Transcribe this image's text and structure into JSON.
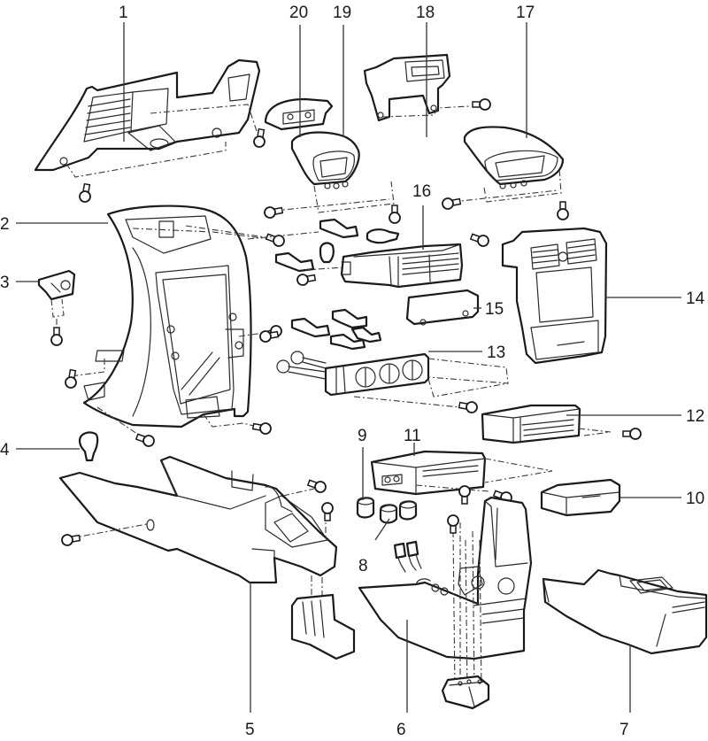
{
  "diagram": {
    "title": "Center console and instrument panel trim — exploded view",
    "line_color": "#1a1a1a",
    "background": "#ffffff",
    "callouts": [
      {
        "id": "1",
        "label": "1",
        "part": "left instrument panel lower trim"
      },
      {
        "id": "2",
        "label": "2",
        "part": "center instrument panel housing"
      },
      {
        "id": "3",
        "label": "3",
        "part": "side bracket clip"
      },
      {
        "id": "4",
        "label": "4",
        "part": "shift knob"
      },
      {
        "id": "5",
        "label": "5",
        "part": "front floor console"
      },
      {
        "id": "6",
        "label": "6",
        "part": "center console with armrest"
      },
      {
        "id": "7",
        "label": "7",
        "part": "rear console box"
      },
      {
        "id": "8",
        "label": "8",
        "part": "switches with connectors"
      },
      {
        "id": "9",
        "label": "9",
        "part": "plug"
      },
      {
        "id": "10",
        "label": "10",
        "part": "ashtray"
      },
      {
        "id": "11",
        "label": "11",
        "part": "cassette / CD unit"
      },
      {
        "id": "12",
        "label": "12",
        "part": "pocket / storage box"
      },
      {
        "id": "13",
        "label": "13",
        "part": "heater control panel"
      },
      {
        "id": "14",
        "label": "14",
        "part": "center cluster finish panel"
      },
      {
        "id": "15",
        "label": "15",
        "part": "cover plate"
      },
      {
        "id": "16",
        "label": "16",
        "part": "radio / audio unit"
      },
      {
        "id": "17",
        "label": "17",
        "part": "right air vent"
      },
      {
        "id": "18",
        "label": "18",
        "part": "display bracket"
      },
      {
        "id": "19",
        "label": "19",
        "part": "left air vent"
      },
      {
        "id": "20",
        "label": "20",
        "part": "switch bezel"
      }
    ]
  }
}
